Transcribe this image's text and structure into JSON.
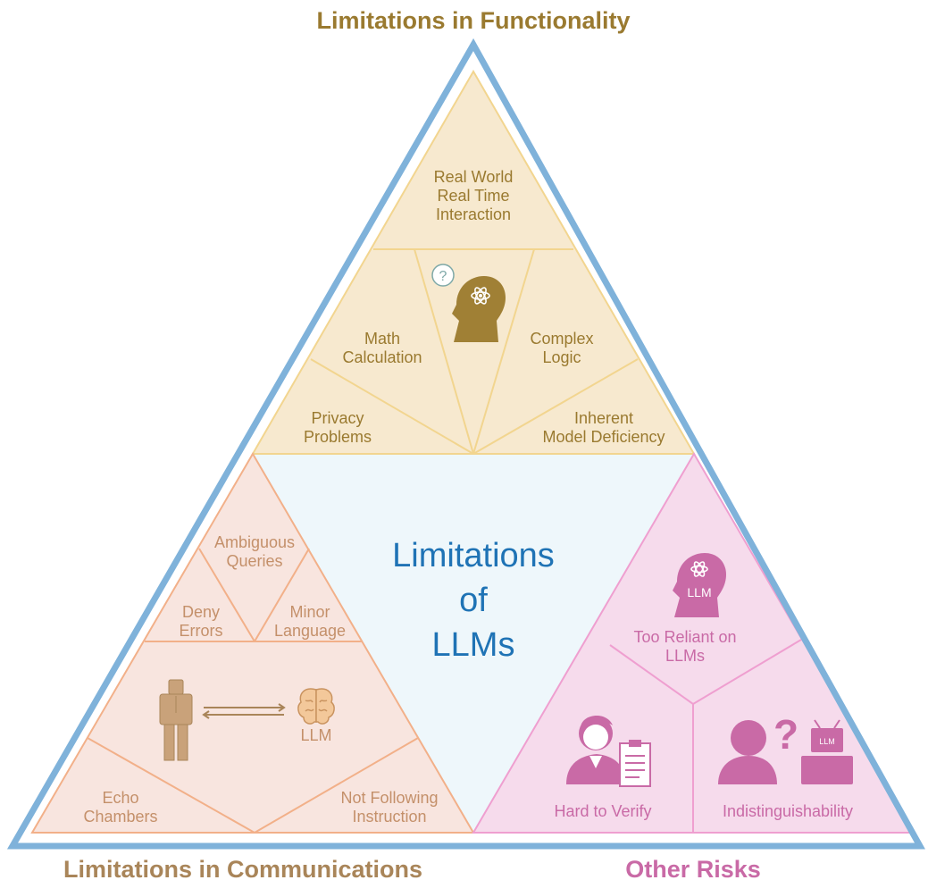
{
  "colors": {
    "frame": "#7fb2da",
    "functionality_fill": "#f7e9cf",
    "functionality_line": "#f2d58f",
    "functionality_text": "#9a7a30",
    "communications_fill": "#f8e5df",
    "communications_line": "#f2b089",
    "communications_text": "#c4906a",
    "risks_fill": "#f6dbec",
    "risks_line": "#ef9fd0",
    "risks_text": "#c96aa6",
    "center_fill": "#eef7fb",
    "center_text": "#1f73b5"
  },
  "titles": {
    "functionality": "Limitations in Functionality",
    "communications": "Limitations in Communications",
    "risks": "Other Risks"
  },
  "center": {
    "line1": "Limitations",
    "line2": "of",
    "line3": "LLMs"
  },
  "functionality": {
    "real_world": [
      "Real World",
      "Real Time",
      "Interaction"
    ],
    "math": [
      "Math",
      "Calculation"
    ],
    "complex_logic": [
      "Complex",
      "Logic"
    ],
    "privacy": [
      "Privacy",
      "Problems"
    ],
    "inherent": [
      "Inherent",
      "Model Deficiency"
    ],
    "question_mark": "?",
    "icon": "head-atom-icon"
  },
  "communications": {
    "ambiguous": [
      "Ambiguous",
      "Queries"
    ],
    "deny": [
      "Deny",
      "Errors"
    ],
    "minor_language": [
      "Minor",
      "Language"
    ],
    "llm_label": "LLM",
    "echo": [
      "Echo",
      "Chambers"
    ],
    "not_following": [
      "Not Following",
      "Instruction"
    ],
    "icons": [
      "person-icon",
      "double-arrow-icon",
      "brain-icon"
    ]
  },
  "risks": {
    "reliant": [
      "Too Reliant on",
      "LLMs"
    ],
    "head_label": "LLM",
    "hard_to_verify": "Hard to Verify",
    "indistinguishability": "Indistinguishability",
    "question_mark": "?",
    "robot_label": "LLM",
    "icons": [
      "head-atom-icon",
      "person-clipboard-icon",
      "person-icon",
      "robot-icon"
    ]
  }
}
